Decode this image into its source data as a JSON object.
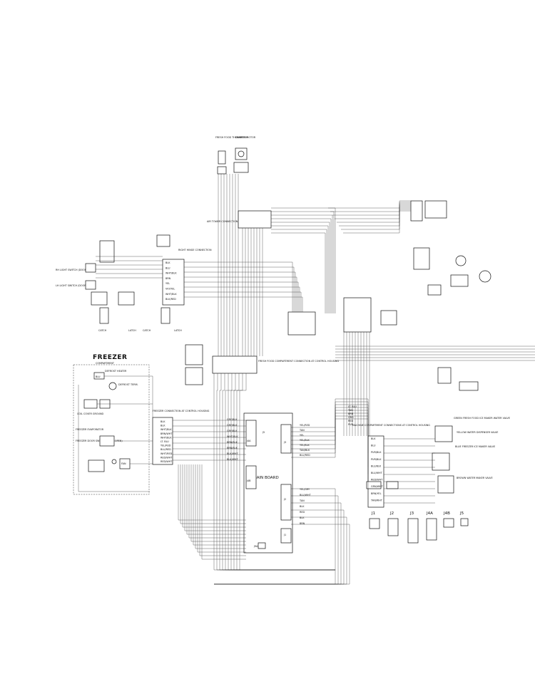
{
  "diagram": {
    "freezer_title": "FREEZER",
    "freezer_sub": "COMPARTMENT",
    "main_board": "MAIN BOARD",
    "fresh_food_thermistor": "FRESH FOOD THERMISTOR",
    "damper_motor": "DAMPER MOTOR",
    "air_tower": "AIR TOWER CONNECTION",
    "right_hinge": "RIGHT HINGE CONNECTION",
    "fresh_food_compartment": "FRESH FOOD COMPARTMENT CONNECTION AT CONTROL HOUSING",
    "freezer_connection": "FREEZER CONNECTION AT CONTROL HOUSING",
    "machine_compartment": "MACHINE COMPARTMENT CONNECTIONS AT CONTROL HOUSING",
    "defrost_heater": "DEFROST HEATER",
    "defrost_term": "DEFROST TERM.",
    "coil_cover": "COIL COVER GROUND",
    "freezer_evaporator": "FREEZER EVAPORATOR",
    "freezer_door_switch": "FREEZER DOOR SWITCH (DOOR OPEN)",
    "water_valve_1": "GREEN FRESH FOOD ICE MAKER WATER VALVE",
    "water_valve_2": "YELLOW WATER DISPENSER VALVE",
    "water_valve_3": "BLUE FREEZER ICE MAKER VALVE",
    "water_valve_4": "BROWN WATER MAKER VALVE",
    "rh_light": "RH LIGHT SWITCH (DOOR OPEN)",
    "lh_light": "LH LIGHT SWITCH (DOOR OPEN)",
    "catch": "CATCH",
    "latch": "LATCH",
    "j_labels": [
      "J1",
      "J2",
      "J3",
      "J4A",
      "J4B",
      "J5"
    ],
    "j_small": [
      "J4A",
      "J3",
      "J5",
      "J4B",
      "J2",
      "J1",
      "J9A"
    ],
    "wire_left": [
      "BLK",
      "BLK",
      "WHT/BLK",
      "BRN/WHT",
      "WHT/BLK",
      "LT. BLU",
      "YEL/RED",
      "BLU/RED",
      "WHT/RED",
      "RED/WHT",
      "RED/WHT"
    ],
    "wire_mid": [
      "GRY/BLK",
      "GRY/BLK",
      "GRY/BLK",
      "WHT/BLK",
      "BRN/BLK",
      "BRN/BLK",
      "BLK/WHT",
      "BLK/WHT"
    ],
    "wire_j3": [
      "YEL/RED",
      "TAN",
      "YEL",
      "YEL/BLK",
      "YEL/BLK",
      "TAN/BLK",
      "BLU/RED"
    ],
    "wire_j2": [
      "YEL/GRY",
      "BLU/WHT",
      "TAN",
      "BLK",
      "RED",
      "BLK",
      "BRN"
    ],
    "wire_right": [
      "BLK",
      "BLU",
      "PUR/BLK",
      "PUR/BLK",
      "BLU/BLK",
      "BLU/WHT",
      "RED/WHT",
      "GRN/WHT",
      "BRN/YEL",
      "TAN/WHT"
    ],
    "wire_top_right": [
      "LT. BLU",
      "TAN",
      "BRN",
      "ORG",
      "RED",
      "PUR"
    ],
    "wire_hinge": [
      "BLK",
      "BLU",
      "WHT/BLK",
      "BRN",
      "YEL",
      "VIO/YEL",
      "WHT/BLK",
      "BLK/RED"
    ]
  }
}
